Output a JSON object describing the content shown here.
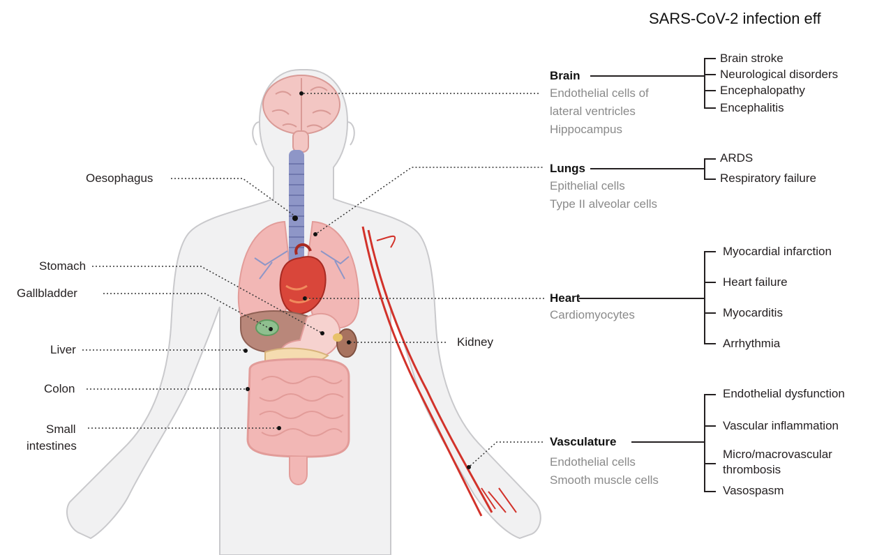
{
  "title": "SARS-CoV-2 infection eff",
  "left_labels": {
    "oesophagus": "Oesophagus",
    "stomach": "Stomach",
    "gallbladder": "Gallbladder",
    "liver": "Liver",
    "colon": "Colon",
    "small_intestines_1": "Small",
    "small_intestines_2": "intestines",
    "kidney": "Kidney"
  },
  "organs": {
    "brain": {
      "name": "Brain",
      "details": [
        "Endothelial cells of",
        "lateral ventricles",
        "Hippocampus"
      ],
      "effects": [
        "Brain stroke",
        "Neurological disorders",
        "Encephalopathy",
        "Encephalitis"
      ]
    },
    "lungs": {
      "name": "Lungs",
      "details": [
        "Epithelial cells",
        "Type II alveolar cells"
      ],
      "effects": [
        "ARDS",
        "Respiratory failure"
      ]
    },
    "heart": {
      "name": "Heart",
      "details": [
        "Cardiomyocytes"
      ],
      "effects": [
        "Myocardial infarction",
        "Heart failure",
        "Myocarditis",
        "Arrhythmia"
      ]
    },
    "vasculature": {
      "name": "Vasculature",
      "details": [
        "Endothelial cells",
        "Smooth muscle cells"
      ],
      "effects": [
        "Endothelial dysfunction",
        "Vascular inflammation",
        "Micro/macrovascular",
        "thrombosis",
        "Vasospasm"
      ]
    }
  },
  "colors": {
    "body_fill": "#f1f1f2",
    "body_stroke": "#c9c9cc",
    "organ_pink": "#f2b7b5",
    "trachea": "#8e96c7",
    "heart": "#d9463a",
    "vessel": "#d2322a",
    "liver": "#b9877a",
    "gallbladder": "#8fbf8f",
    "kidney": "#a8735f"
  }
}
